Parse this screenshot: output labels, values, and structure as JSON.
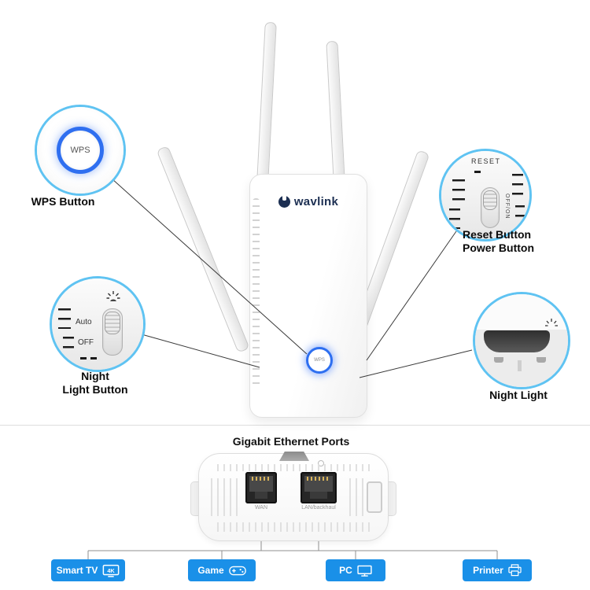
{
  "callouts": {
    "wps": {
      "label": "WPS Button",
      "button_text": "WPS"
    },
    "reset_power": {
      "label_line1": "Reset Button",
      "label_line2": "Power Button",
      "panel_text": "RESET",
      "switch_text": "OFF/ON"
    },
    "night_button": {
      "label_line1": "Night",
      "label_line2": "Light Button",
      "auto_text": "Auto",
      "off_text": "OFF"
    },
    "night_light": {
      "label": "Night Light"
    }
  },
  "device": {
    "brand": "wavlink",
    "wps_button_text": "WPS"
  },
  "bottom_section": {
    "title": "Gigabit Ethernet Ports",
    "ports": [
      {
        "label": "WAN"
      },
      {
        "label": "LAN/backhaul"
      }
    ],
    "badges": [
      {
        "label": "Smart TV",
        "icon": "smart-tv-4k-icon",
        "tv_text": "4K"
      },
      {
        "label": "Game",
        "icon": "gamepad-icon"
      },
      {
        "label": "PC",
        "icon": "monitor-icon"
      },
      {
        "label": "Printer",
        "icon": "printer-icon"
      }
    ]
  },
  "colors": {
    "badge_blue": "#1a90e8",
    "callout_border": "#5fc3f2",
    "wps_ring": "#2e6ff0"
  }
}
